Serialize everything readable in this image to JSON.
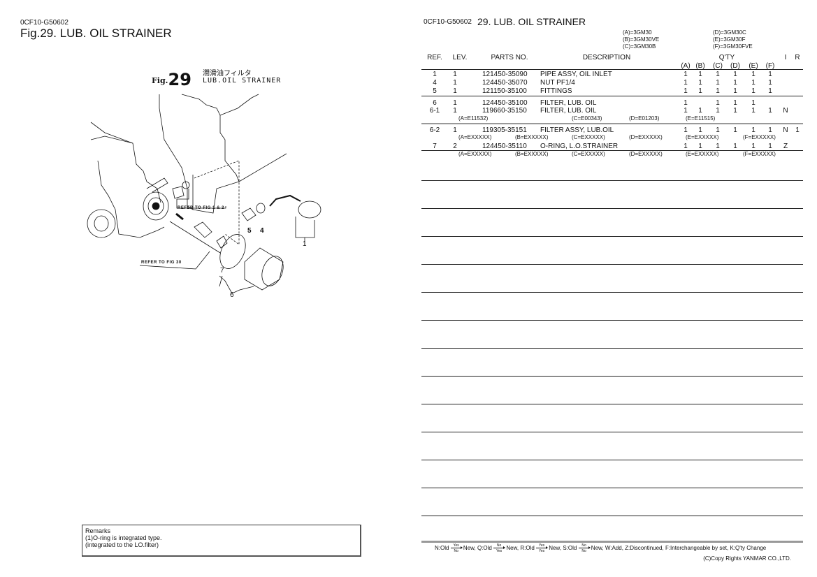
{
  "left_page": {
    "code": "0CF10-G50602",
    "title": "Fig.29.  LUB. OIL STRAINER",
    "figure": {
      "fig_label": "Fig.",
      "fig_number": "29",
      "title_jp": "潤滑油フィルタ",
      "title_en": "LUB.OIL STRAINER",
      "refer_fig_1_2": "REFER TO FIG 1 & 2",
      "refer_fig_30": "REFER TO FIG 30",
      "callouts": [
        "1",
        "4",
        "5",
        "6",
        "7"
      ]
    },
    "remarks": {
      "heading": "Remarks",
      "line1": "(1)O-ring is integrated type.",
      "line2": "(integrated to the LO.filter)"
    }
  },
  "right_page": {
    "code": "0CF10-G50602",
    "title": "29.  LUB. OIL STRAINER",
    "models": {
      "a": "(A)=3GM30",
      "b": "(B)=3GM30VE",
      "c": "(C)=3GM30B",
      "d": "(D)=3GM30C",
      "e": "(E)=3GM30F",
      "f": "(F)=3GM30FVE"
    },
    "headers": {
      "ref": "REF.",
      "lev": "LEV.",
      "parts_no": "PARTS NO.",
      "description": "DESCRIPTION",
      "qty": "Q'TY",
      "i": "I",
      "r": "R",
      "qty_cols": [
        "(A)",
        "(B)",
        "(C)",
        "(D)",
        "(E)",
        "(F)"
      ]
    },
    "rows": [
      {
        "ref": "1",
        "lev": "1",
        "parts_no": "121450-35090",
        "description": "PIPE ASSY, OIL INLET",
        "qty": [
          "1",
          "1",
          "1",
          "1",
          "1",
          "1"
        ],
        "i": "",
        "r": ""
      },
      {
        "ref": "4",
        "lev": "1",
        "parts_no": "124450-35070",
        "description": "NUT PF1/4",
        "qty": [
          "1",
          "1",
          "1",
          "1",
          "1",
          "1"
        ],
        "i": "",
        "r": ""
      },
      {
        "ref": "5",
        "lev": "1",
        "parts_no": "121150-35100",
        "description": "FITTINGS",
        "qty": [
          "1",
          "1",
          "1",
          "1",
          "1",
          "1"
        ],
        "i": "",
        "r": ""
      },
      {
        "ref": "6",
        "lev": "1",
        "parts_no": "124450-35100",
        "description": "FILTER, LUB. OIL",
        "qty": [
          "1",
          "",
          "1",
          "1",
          "1",
          ""
        ],
        "i": "",
        "r": ""
      },
      {
        "ref": "6-1",
        "lev": "1",
        "parts_no": "119660-35150",
        "description": "FILTER, LUB. OIL",
        "qty": [
          "1",
          "1",
          "1",
          "1",
          "1",
          "1"
        ],
        "i": "N",
        "r": "",
        "notes": [
          "(A=E11532)",
          "",
          "(C=E00343)",
          "(D=E01203)",
          "(E=E11515)",
          ""
        ]
      },
      {
        "ref": "6-2",
        "lev": "1",
        "parts_no": "119305-35151",
        "description": "FILTER ASSY, LUB.OIL",
        "qty": [
          "1",
          "1",
          "1",
          "1",
          "1",
          "1"
        ],
        "i": "N",
        "r": "1",
        "notes": [
          "(A=EXXXXX)",
          "(B=EXXXXX)",
          "(C=EXXXXX)",
          "(D=EXXXXX)",
          "(E=EXXXXX)",
          "(F=EXXXXX)"
        ]
      },
      {
        "ref": "7",
        "lev": "2",
        "parts_no": "124450-35110",
        "description": "O-RING, L.O.STRAINER",
        "qty": [
          "1",
          "1",
          "1",
          "1",
          "1",
          "1"
        ],
        "i": "Z",
        "r": "",
        "notes": [
          "(A=EXXXXX)",
          "(B=EXXXXX)",
          "(C=EXXXXX)",
          "(D=EXXXXX)",
          "(E=EXXXXX)",
          "(F=EXXXXX)"
        ]
      }
    ],
    "legend": {
      "n": "N:Old",
      "new": "New,",
      "q": "Q:Old",
      "r": "R:Old",
      "s": "S:Old",
      "yes": "Yes",
      "no": "No",
      "tail": "W:Add, Z:Discontinued, F:Interchangeable by set, K:Q'ty Change"
    },
    "copyright": "(C)Copy Rights YANMAR CO.,LTD."
  }
}
